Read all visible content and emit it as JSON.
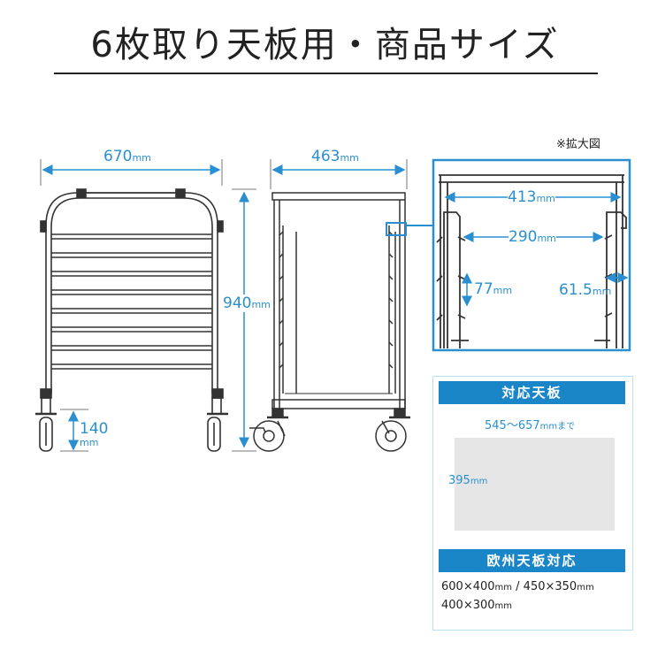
{
  "title": "6枚取り天板用・商品サイズ",
  "accent_color": "#2a8fd0",
  "front_view": {
    "width_value": "670",
    "height_value": "940",
    "caster_value": "140",
    "unit": "mm"
  },
  "side_view": {
    "depth_value": "463",
    "unit": "mm"
  },
  "detail": {
    "caption": "※拡大図",
    "inner_width_value": "413",
    "rail_gap_value": "290",
    "pitch_value": "77",
    "rail_depth_value": "61.5",
    "unit": "mm"
  },
  "compatible": {
    "heading": "対応天板",
    "width_range": "545〜657",
    "width_unit": "mmまで",
    "depth_value": "395",
    "depth_unit": "mm"
  },
  "euro": {
    "heading": "欧州天板対応",
    "line1_a": "600×400",
    "line1_a_unit": "mm",
    "sep": " / ",
    "line1_b": "450×350",
    "line1_b_unit": "mm",
    "line2": "400×300",
    "line2_unit": "mm"
  }
}
